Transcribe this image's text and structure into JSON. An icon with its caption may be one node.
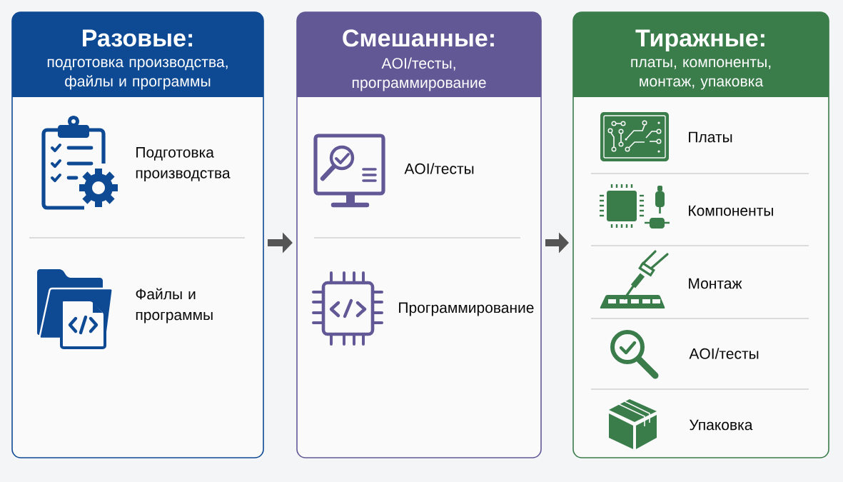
{
  "diagram": {
    "nodes": [
      {
        "text": [
          "Разовые:",
          "подготовка производства, файлы и программы"
        ]
      },
      {
        "text": [
          "Подготовка производства"
        ],
        "in": 0
      },
      {
        "text": [
          "Файлы и программы"
        ],
        "in": 0
      },
      {
        "text": [
          "Смешанные:",
          "AOI/тесты, программирование"
        ]
      },
      {
        "text": [
          "AOI/тесты"
        ],
        "in": 3
      },
      {
        "text": [
          "Программирование"
        ],
        "in": 3
      },
      {
        "text": [
          "Тиражные:",
          "платы, компоненты, монтаж, упаковка"
        ]
      },
      {
        "text": [
          "Платы"
        ],
        "in": 6
      },
      {
        "text": [
          "Компоненты"
        ],
        "in": 6
      },
      {
        "text": [
          "Монтаж"
        ],
        "in": 6
      },
      {
        "text": [
          "AOI/тесты"
        ],
        "in": 6
      },
      {
        "text": [
          "Упаковка"
        ],
        "in": 6
      }
    ],
    "edges": [
      {
        "from": 0,
        "to": 3,
        "arrow": "to"
      },
      {
        "from": 3,
        "to": 6,
        "arrow": "to"
      }
    ]
  }
}
